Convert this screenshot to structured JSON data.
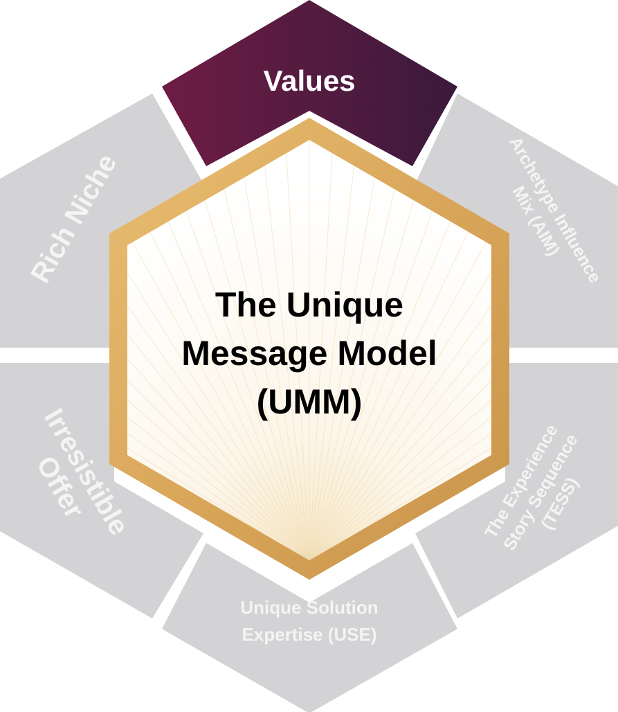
{
  "center": {
    "title_lines": [
      "The Unique",
      "Message Model",
      "(UMM)"
    ]
  },
  "segments": {
    "top": {
      "label": "Values",
      "highlighted": true
    },
    "top_right": {
      "lines": [
        "Archetype Influence",
        "Mix (AIM)"
      ]
    },
    "bottom_right": {
      "lines": [
        "The Experience",
        "Story Sequence",
        "(TESS)"
      ]
    },
    "bottom": {
      "lines": [
        "Unique Solution",
        "Expertise (USE)"
      ]
    },
    "bottom_left": {
      "lines": [
        "Irresistible",
        "Offer"
      ]
    },
    "top_left": {
      "label": "Rich Niche"
    }
  },
  "colors": {
    "segment_gray": "#d3d3d5",
    "values_purple_start": "#6e1c44",
    "values_purple_end": "#3b1a3c",
    "gold_frame": "#d8a95c",
    "segment_text": "#f4f4f4"
  }
}
